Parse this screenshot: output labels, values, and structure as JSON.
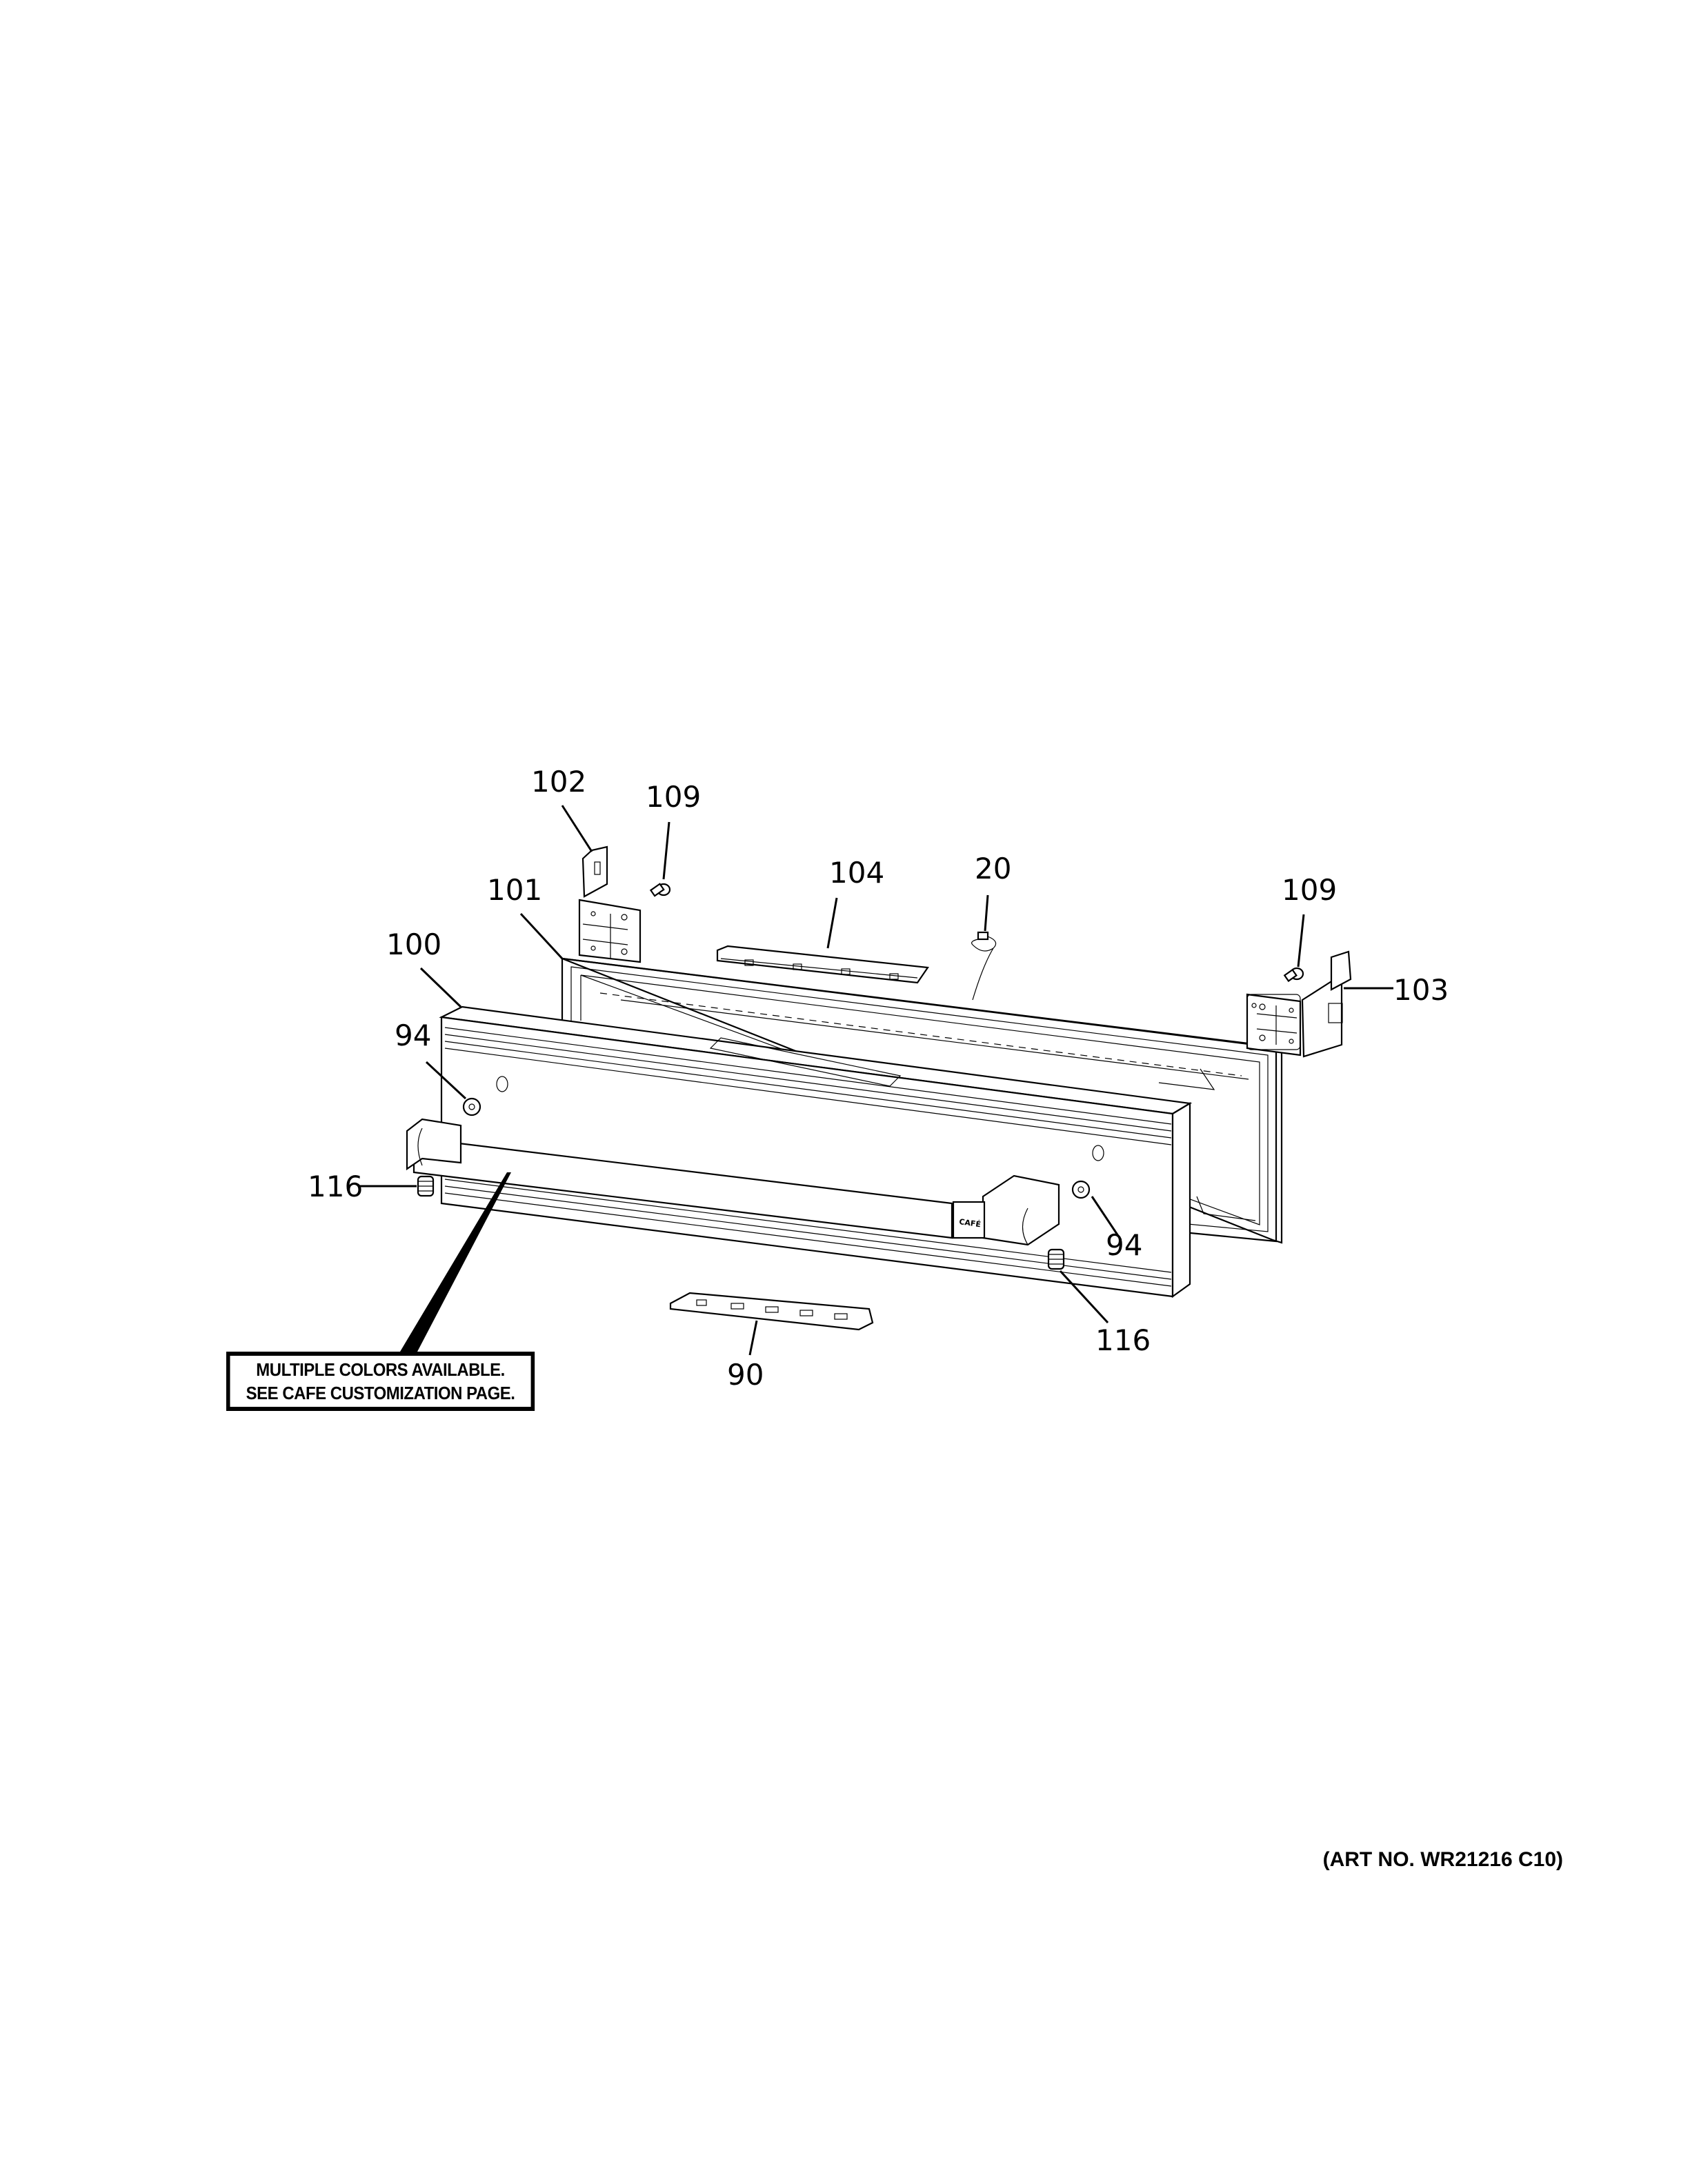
{
  "diagram": {
    "title": "Door assembly exploded parts diagram",
    "callouts": [
      {
        "id": "c102",
        "label": "102",
        "part": "left hinge bracket"
      },
      {
        "id": "c109a",
        "label": "109",
        "part": "hinge screw (left)"
      },
      {
        "id": "c101",
        "label": "101",
        "part": "door gasket"
      },
      {
        "id": "c104",
        "label": "104",
        "part": "control board"
      },
      {
        "id": "c20",
        "label": "20",
        "part": "wire harness / sensor"
      },
      {
        "id": "c109b",
        "label": "109",
        "part": "hinge screw (right)"
      },
      {
        "id": "c103",
        "label": "103",
        "part": "right hinge bracket"
      },
      {
        "id": "c100",
        "label": "100",
        "part": "door panel"
      },
      {
        "id": "c94a",
        "label": "94",
        "part": "handle mount stud (left)"
      },
      {
        "id": "c116a",
        "label": "116",
        "part": "set screw (left)"
      },
      {
        "id": "c94b",
        "label": "94",
        "part": "handle mount stud (right)"
      },
      {
        "id": "c116b",
        "label": "116",
        "part": "set screw (right)"
      },
      {
        "id": "c90",
        "label": "90",
        "part": "lower control board"
      }
    ],
    "handle_brand": "CAFÉ",
    "note": {
      "line1": "MULTIPLE COLORS AVAILABLE.",
      "line2": "SEE CAFE CUSTOMIZATION PAGE."
    },
    "art_number": "(ART NO. WR21216 C10)"
  }
}
